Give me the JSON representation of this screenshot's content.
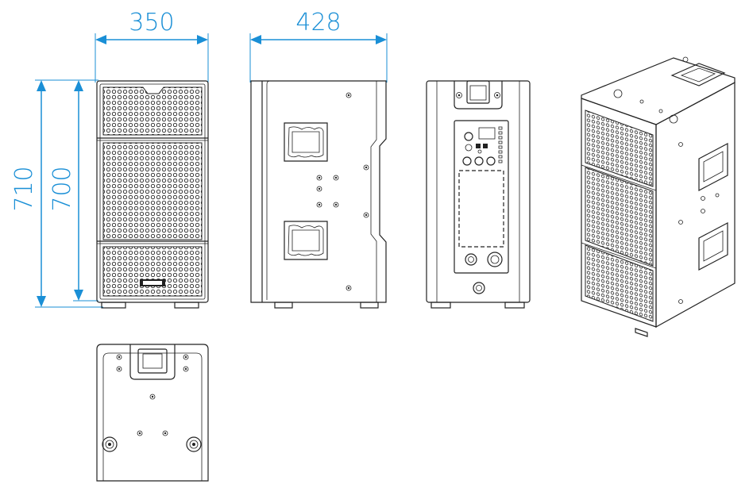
{
  "dimensions": {
    "width": "350",
    "depth": "428",
    "height_total": "710",
    "height_body": "700"
  },
  "colors": {
    "dimension": "#1a8fd6",
    "outline": "#222222",
    "background": "#ffffff"
  },
  "views": [
    "front-view",
    "side-view",
    "rear-view",
    "top-view",
    "isometric-view"
  ]
}
